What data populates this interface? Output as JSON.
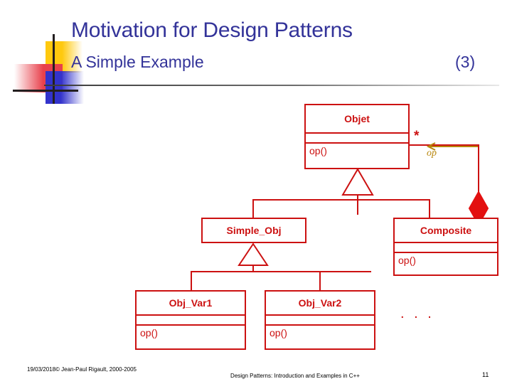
{
  "header": {
    "title": "Motivation for Design Patterns",
    "subtitle": "A Simple Example",
    "slide_part": "(3)",
    "title_color": "#333399"
  },
  "diagram": {
    "accent_color": "#CC1111",
    "association_color": "#B8860B",
    "classes": [
      {
        "id": "objet",
        "name": "Objet",
        "attributes": "",
        "operations": "op()"
      },
      {
        "id": "simple_obj",
        "name": "Simple_Obj",
        "attributes": null,
        "operations": null
      },
      {
        "id": "composite",
        "name": "Composite",
        "attributes": "",
        "operations": "op()"
      },
      {
        "id": "obj_var1",
        "name": "Obj_Var1",
        "attributes": "",
        "operations": "op()"
      },
      {
        "id": "obj_var2",
        "name": "Obj_Var2",
        "attributes": "",
        "operations": "op()"
      }
    ],
    "multiplicity": "*",
    "association_label": "op",
    "more_subclasses": ". . ."
  },
  "footer": {
    "copyright": "19/03/2018© Jean-Paul Rigault, 2000-2005",
    "course": "Design Patterns: Introduction and Examples in C++",
    "page": "11"
  }
}
